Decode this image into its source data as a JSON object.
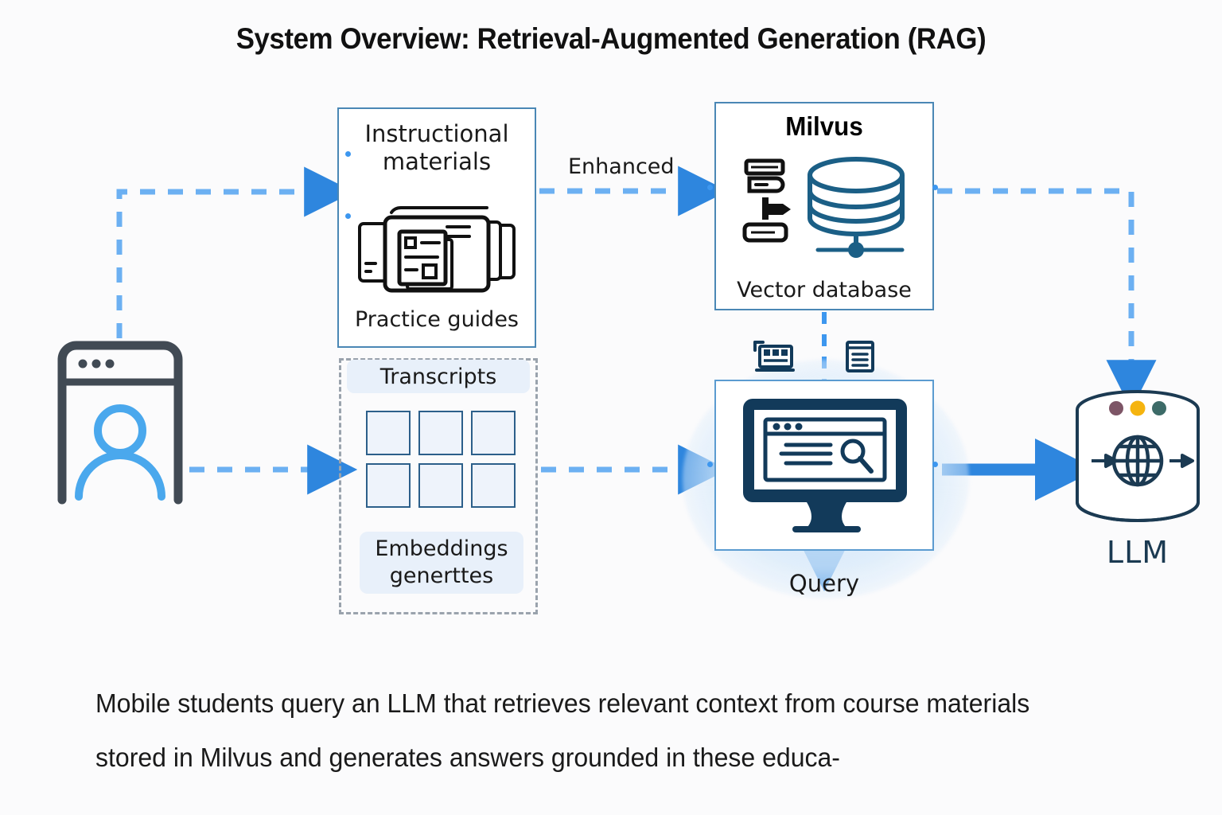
{
  "page": {
    "title": "System Overview: Retrieval-Augmented Generation (RAG)",
    "background_color": "#fbfbfc",
    "caption": "Mobile students query an LLM that retrieves relevant context from course materials stored in Milvus and generates answers grounded in these educa-"
  },
  "colors": {
    "accent_blue": "#3d97ef",
    "arrow_blue": "#2e86de",
    "box_border": "#4a87b5",
    "dark_navy": "#123a5a",
    "slate": "#414a54",
    "light_blue_fill": "#e8f0fa",
    "square_fill": "#eef3fb",
    "square_border": "#2c5f8a",
    "dashed_gray": "#9aa3ad",
    "llm_dot_purple": "#7d5566",
    "llm_dot_amber": "#f5b40f",
    "llm_dot_teal": "#3d6b68"
  },
  "nodes": {
    "user": {
      "name": "Mobile student device",
      "icon": "browser-user-icon"
    },
    "materials": {
      "title": "Instructional",
      "title2": "materials",
      "subtitle": "Practice guides",
      "icon": "documents-stack-icon"
    },
    "transcripts": {
      "band_label": "Transcripts",
      "footer_label_line1": "Embeddings",
      "footer_label_line2": "generttes",
      "squares_count": 6,
      "icon": "embedding-grid-icon"
    },
    "milvus": {
      "title": "Milvus",
      "subtitle": "Vector database",
      "icon": "vector-database-icon"
    },
    "query": {
      "label": "Query",
      "icon": "monitor-search-icon",
      "side_icon_left": "laptop-icon",
      "side_icon_right": "document-lines-icon"
    },
    "llm": {
      "label": "LLM",
      "icon": "llm-cylinder-globe-icon"
    }
  },
  "edges": {
    "enhanced_label": "Enhanced",
    "user_to_materials": "dashed",
    "user_to_transcripts": "dashed",
    "materials_to_milvus": "dashed",
    "transcripts_to_query": "dashed",
    "milvus_to_query": "dashed",
    "milvus_to_llm": "dashed",
    "query_to_llm": "solid"
  }
}
